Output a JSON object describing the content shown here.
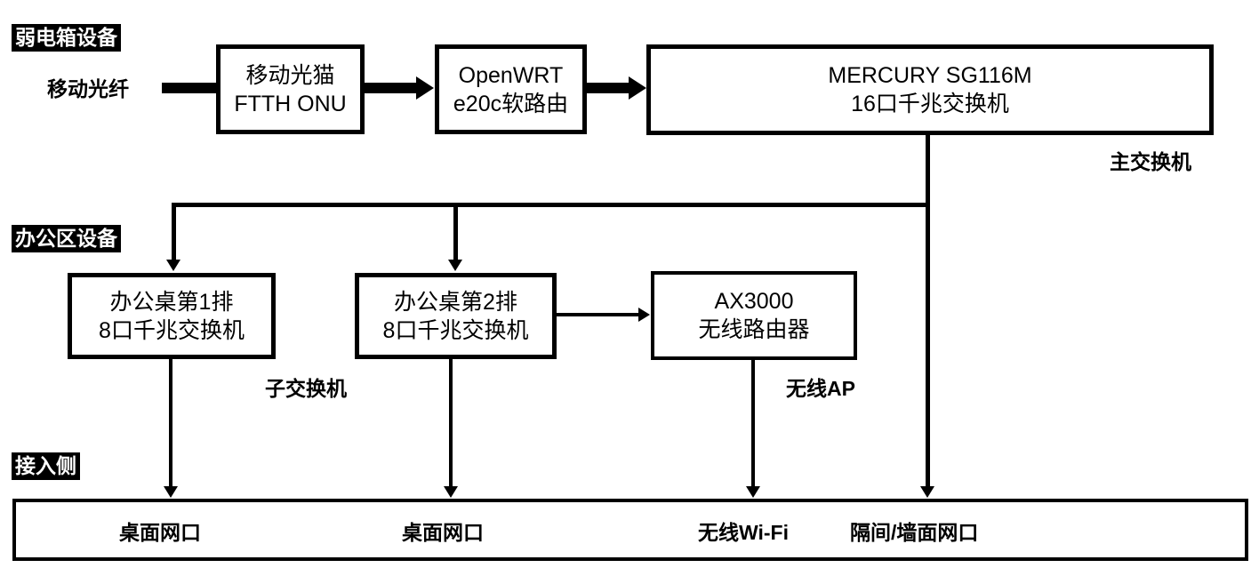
{
  "diagram": {
    "title_sections": [
      {
        "id": "weak-current-box",
        "label": "弱电箱设备"
      },
      {
        "id": "office-area",
        "label": "办公区设备"
      },
      {
        "id": "access-side",
        "label": "接入侧"
      }
    ],
    "source": {
      "label": "移动光纤"
    },
    "nodes": [
      {
        "id": "onu",
        "line1": "移动光猫",
        "line2": "FTTH ONU"
      },
      {
        "id": "openwrt",
        "line1": "OpenWRT",
        "line2": "e20c软路由"
      },
      {
        "id": "main-switch",
        "line1": "MERCURY SG116M",
        "line2": "16口千兆交换机"
      },
      {
        "id": "desk-switch-1",
        "line1": "办公桌第1排",
        "line2": "8口千兆交换机"
      },
      {
        "id": "desk-switch-2",
        "line1": "办公桌第2排",
        "line2": "8口千兆交换机"
      },
      {
        "id": "wifi-router",
        "line1": "AX3000",
        "line2": "无线路由器"
      }
    ],
    "captions": [
      {
        "id": "main-switch-caption",
        "label": "主交换机"
      },
      {
        "id": "sub-switch-caption",
        "label": "子交换机"
      },
      {
        "id": "wireless-ap-caption",
        "label": "无线AP"
      }
    ],
    "access_ports": [
      {
        "id": "desk-port-1",
        "label": "桌面网口"
      },
      {
        "id": "desk-port-2",
        "label": "桌面网口"
      },
      {
        "id": "wireless-wifi",
        "label": "无线Wi-Fi"
      },
      {
        "id": "wall-port",
        "label": "隔间/墙面网口"
      }
    ],
    "colors": {
      "stroke": "#000000",
      "fill": "#ffffff",
      "tag_background": "#000000",
      "tag_text": "#ffffff"
    }
  }
}
